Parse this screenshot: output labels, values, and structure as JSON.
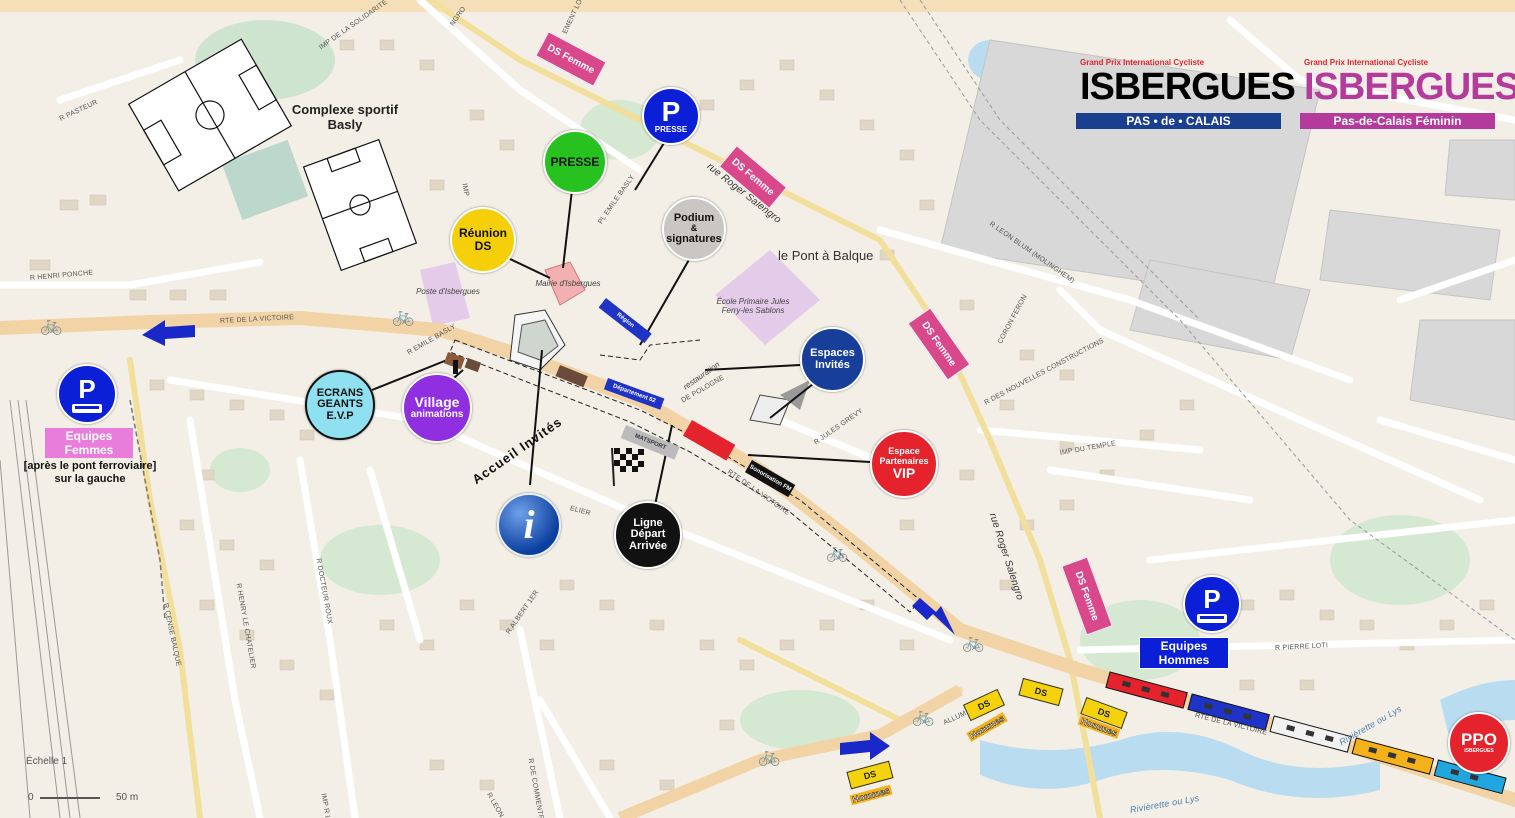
{
  "map": {
    "venue": "Complexe sportif Basly",
    "area_label": "le Pont à Balque",
    "places": {
      "poste": "Poste d'Isbergues",
      "mairie": "Mairie d'Isbergues",
      "ecole": "École Primaire Jules Ferry-les Sablons",
      "restauration": "restauration"
    },
    "streets": [
      "R PASTEUR",
      "R HENRI PONCHE",
      "RTE DE LA VICTOIRE",
      "R EMILE BASLY",
      "PL EMILE BASLY",
      "rue Roger Salengro",
      "rue Roger Salengro",
      "R LEON BLUM (MOLINGHEM)",
      "CORON FERON",
      "R DES NOUVELLES CONSTRUCTIONS",
      "IMP DU TEMPLE",
      "R JULES GREVY",
      "DE POLOGNE",
      "RTE DE LA VICTOIRE",
      "R PIERRE LOTI",
      "RTE DE LA VICTOIRE",
      "R HENRY LE CHATELIER",
      "R DOCTEUR ROUX",
      "R CENSE BALQUE",
      "R ALBERT 1ER",
      "R DE COMMENTRY",
      "IMP DE LA SOLIDARITÉ",
      "IMP R LEON",
      "R LEON",
      "Rivièrette ou Lys",
      "Rivièrette ou Lys",
      "ELIER",
      "IMP",
      "ALLUM",
      "EMENT LO",
      "NGRO"
    ],
    "scale": {
      "title": "Échelle 1",
      "start": "0",
      "end": "50 m"
    }
  },
  "markers": {
    "presse_parking": {
      "letter": "P",
      "text": "PRESSE",
      "color": "#0a1fd6"
    },
    "presse": {
      "text": "PRESSE",
      "color": "#27c21f"
    },
    "reunion_ds": {
      "line1": "Réunion",
      "line2": "DS",
      "color": "#f4cf0a"
    },
    "podium": {
      "line1": "Podium",
      "line2": "&",
      "line3": "signatures",
      "color": "#c9c6c4"
    },
    "espaces_invites": {
      "line1": "Espaces",
      "line2": "Invités",
      "color": "#173f9a"
    },
    "espace_vip": {
      "line1": "Espace",
      "line2": "Partenaires",
      "line3": "VIP",
      "color": "#e4232c"
    },
    "ecrans": {
      "line1": "ECRANS",
      "line2": "GEANTS",
      "line3": "E.V.P",
      "color": "#8fe0f0"
    },
    "village": {
      "line1": "Village",
      "line2": "animations",
      "color": "#8f2fe0"
    },
    "ligne_depart": {
      "line1": "Ligne",
      "line2": "Départ",
      "line3": "Arrivée",
      "color": "#111111"
    },
    "accueil": {
      "text": "Accueil Invités",
      "letter": "i"
    },
    "parking_femmes": {
      "letter": "P",
      "label_line1": "Equipes",
      "label_line2": "Femmes",
      "note_line1": "[après le pont ferroviaire]",
      "note_line2": "sur la gauche",
      "label_color": "#e87ddb"
    },
    "parking_hommes": {
      "letter": "P",
      "label_line1": "Equipes",
      "label_line2": "Hommes",
      "label_color": "#0a1fd6"
    },
    "ppo": {
      "text": "PPO",
      "sub": "ISBERGUES",
      "color": "#e4232c"
    }
  },
  "signs": {
    "ds_femme": "DS Femme",
    "ds_hommes_line1": "DS",
    "ds_hommes_line2": "Hommes"
  },
  "vehicles": {
    "region": "Région",
    "departement": "Département 62",
    "matsport": "MATSPORT",
    "sonorisation": "Sonorisation FM"
  },
  "logos": {
    "hommes": {
      "line1": "Grand Prix International Cycliste",
      "name": "ISBERGUES",
      "sub": "PAS • de • CALAIS",
      "color": "#1a3f8f"
    },
    "femmes": {
      "line1": "Grand Prix International Cycliste",
      "name": "ISBERGUES",
      "sub": "Pas-de-Calais Féminin",
      "color": "#b43a9c"
    }
  }
}
